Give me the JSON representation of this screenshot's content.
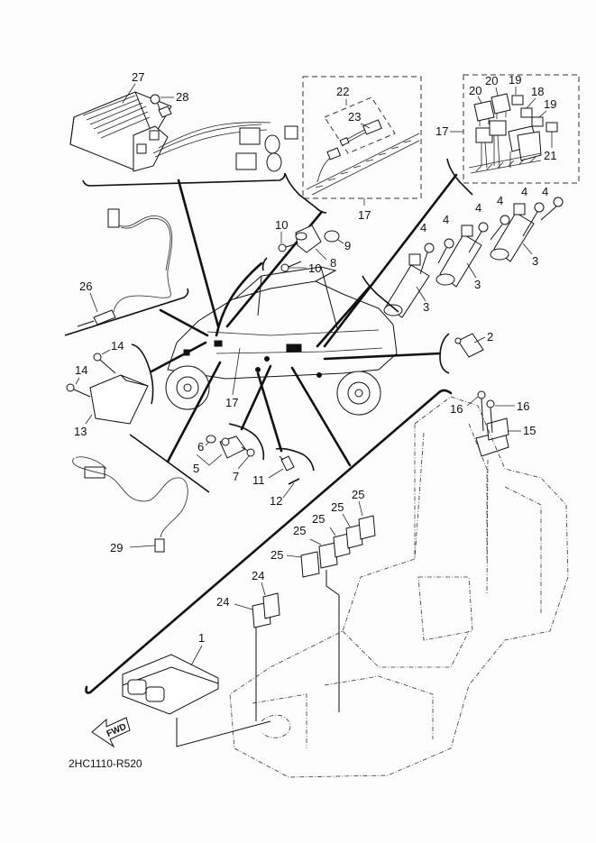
{
  "diagram": {
    "title": "Electrical parts exploded view",
    "drawing_code": "2HC1110-R520",
    "direction_indicator": "FWD",
    "colors": {
      "line": "#111111",
      "background": "#fdfdfd"
    },
    "callouts": [
      {
        "id": "c27",
        "ref": "27"
      },
      {
        "id": "c28",
        "ref": "28"
      },
      {
        "id": "c22",
        "ref": "22"
      },
      {
        "id": "c23",
        "ref": "23"
      },
      {
        "id": "c17a",
        "ref": "17"
      },
      {
        "id": "c17b",
        "ref": "17"
      },
      {
        "id": "c17c",
        "ref": "17"
      },
      {
        "id": "c20a",
        "ref": "20"
      },
      {
        "id": "c20b",
        "ref": "20"
      },
      {
        "id": "c19a",
        "ref": "19"
      },
      {
        "id": "c18",
        "ref": "18"
      },
      {
        "id": "c19b",
        "ref": "19"
      },
      {
        "id": "c21",
        "ref": "21"
      },
      {
        "id": "c4a",
        "ref": "4"
      },
      {
        "id": "c4b",
        "ref": "4"
      },
      {
        "id": "c4c",
        "ref": "4"
      },
      {
        "id": "c4d",
        "ref": "4"
      },
      {
        "id": "c4e",
        "ref": "4"
      },
      {
        "id": "c4f",
        "ref": "4"
      },
      {
        "id": "c3a",
        "ref": "3"
      },
      {
        "id": "c3b",
        "ref": "3"
      },
      {
        "id": "c3c",
        "ref": "3"
      },
      {
        "id": "c10a",
        "ref": "10"
      },
      {
        "id": "c10b",
        "ref": "10"
      },
      {
        "id": "c9",
        "ref": "9"
      },
      {
        "id": "c8",
        "ref": "8"
      },
      {
        "id": "c26",
        "ref": "26"
      },
      {
        "id": "c14a",
        "ref": "14"
      },
      {
        "id": "c14b",
        "ref": "14"
      },
      {
        "id": "c13",
        "ref": "13"
      },
      {
        "id": "c2",
        "ref": "2"
      },
      {
        "id": "c16a",
        "ref": "16"
      },
      {
        "id": "c16b",
        "ref": "16"
      },
      {
        "id": "c15",
        "ref": "15"
      },
      {
        "id": "c6",
        "ref": "6"
      },
      {
        "id": "c5",
        "ref": "5"
      },
      {
        "id": "c7",
        "ref": "7"
      },
      {
        "id": "c11",
        "ref": "11"
      },
      {
        "id": "c12",
        "ref": "12"
      },
      {
        "id": "c29",
        "ref": "29"
      },
      {
        "id": "c25a",
        "ref": "25"
      },
      {
        "id": "c25b",
        "ref": "25"
      },
      {
        "id": "c25c",
        "ref": "25"
      },
      {
        "id": "c25d",
        "ref": "25"
      },
      {
        "id": "c25e",
        "ref": "25"
      },
      {
        "id": "c24a",
        "ref": "24"
      },
      {
        "id": "c24b",
        "ref": "24"
      },
      {
        "id": "c1",
        "ref": "1"
      }
    ]
  }
}
